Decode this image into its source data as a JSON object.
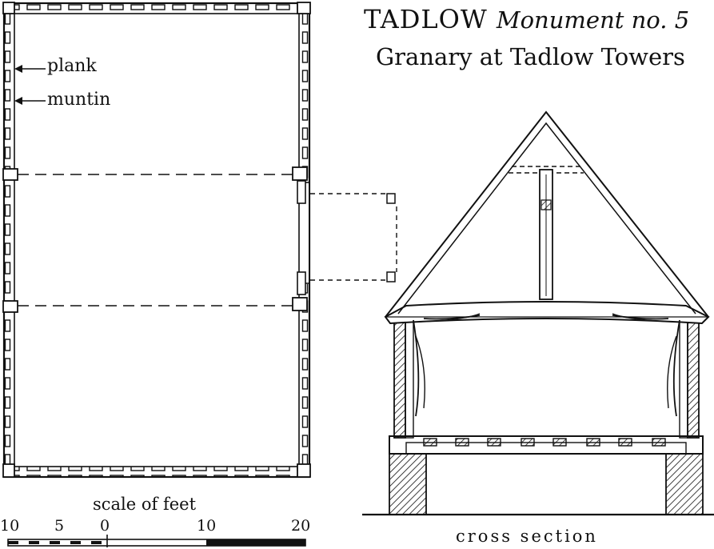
{
  "title": {
    "place": "TADLOW",
    "monument": "Monument no. 5",
    "subtitle": "Granary at Tadlow Towers"
  },
  "plan": {
    "labels": {
      "plank": "plank",
      "muntin": "muntin"
    }
  },
  "scale": {
    "title": "scale of feet",
    "ticks": [
      "10",
      "5",
      "0",
      "10",
      "20"
    ]
  },
  "section": {
    "caption": "cross section"
  },
  "colors": {
    "ink": "#111111",
    "paper": "#ffffff"
  }
}
